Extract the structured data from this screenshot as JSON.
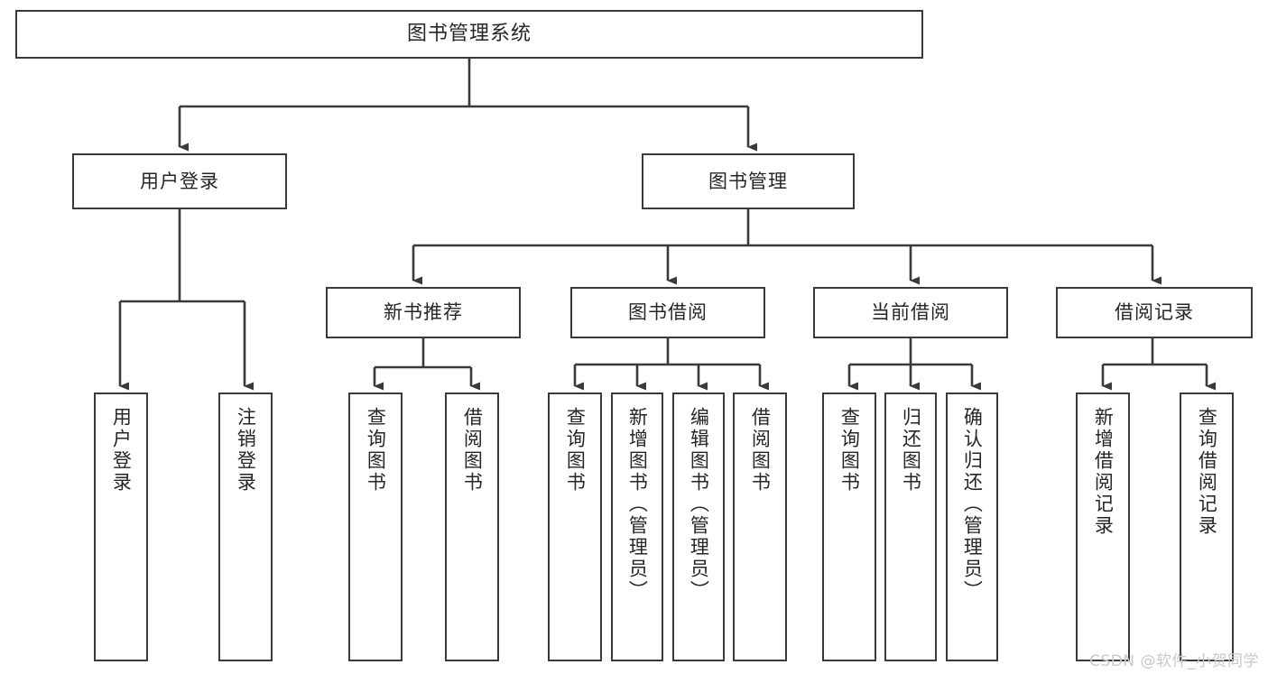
{
  "diagram": {
    "title": "图书管理系统",
    "type": "tree-hierarchy",
    "stroke_color": "#3a3a3a",
    "text_color": "#262626",
    "background_color": "#ffffff"
  },
  "root": {
    "label": "图书管理系统"
  },
  "level2": [
    {
      "label": "用户登录"
    },
    {
      "label": "图书管理"
    }
  ],
  "level3": [
    {
      "label": "新书推荐"
    },
    {
      "label": "图书借阅"
    },
    {
      "label": "当前借阅"
    },
    {
      "label": "借阅记录"
    }
  ],
  "leaves": {
    "user_login": [
      {
        "label": "用户登录"
      },
      {
        "label": "注销登录"
      }
    ],
    "new_book_recommend": [
      {
        "label": "查询图书"
      },
      {
        "label": "借阅图书"
      }
    ],
    "book_borrow": [
      {
        "label": "查询图书"
      },
      {
        "label": "新增图书（管理员）"
      },
      {
        "label": "编辑图书（管理员）"
      },
      {
        "label": "借阅图书"
      }
    ],
    "current_borrow": [
      {
        "label": "查询图书"
      },
      {
        "label": "归还图书"
      },
      {
        "label": "确认归还（管理员）"
      }
    ],
    "borrow_record": [
      {
        "label": "新增借阅记录"
      },
      {
        "label": "查询借阅记录"
      }
    ]
  },
  "watermark": {
    "text": "CSDN @软件_小贺同学"
  }
}
